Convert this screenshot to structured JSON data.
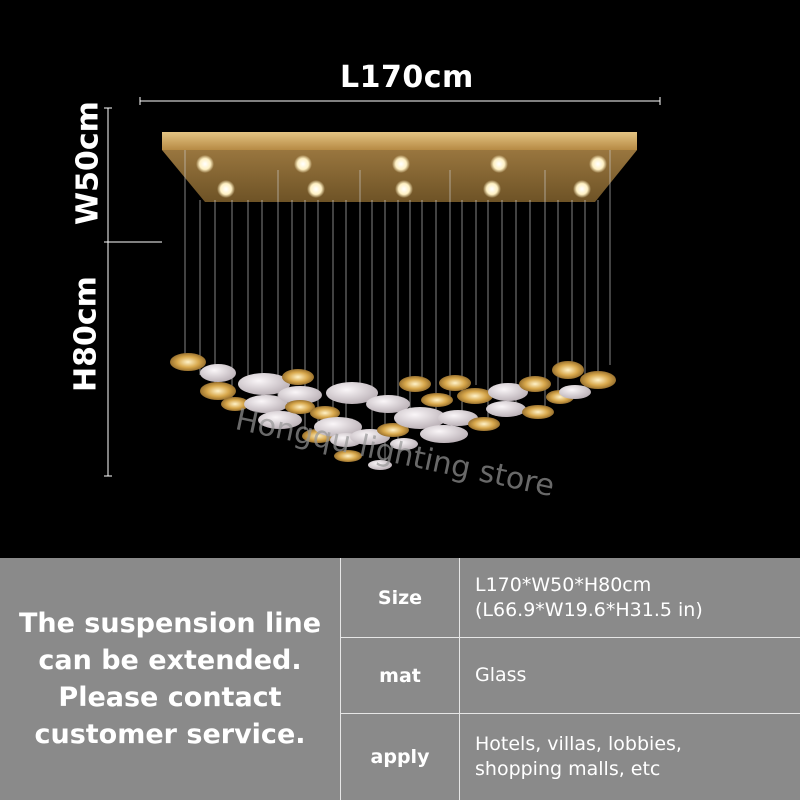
{
  "dimensions": {
    "length": "L170cm",
    "width": "W50cm",
    "height": "H80cm"
  },
  "watermark": "Hongqu lighting store",
  "note": "The suspension line\ncan be extended.\nPlease contact\ncustomer service.",
  "specs": {
    "rows": [
      {
        "label": "Size",
        "value_lines": [
          "L170*W50*H80cm",
          "(L66.9*W19.6*H31.5 in)"
        ]
      },
      {
        "label": "mat",
        "value_lines": [
          "Glass"
        ]
      },
      {
        "label": "apply",
        "value_lines": [
          "Hotels, villas, lobbies,",
          "shopping malls, etc"
        ]
      }
    ]
  },
  "colors": {
    "background": "#000000",
    "panel": "#8a8a8a",
    "canopy_gold": "#c9a45c",
    "glass_disc": "#e8e2e6"
  }
}
